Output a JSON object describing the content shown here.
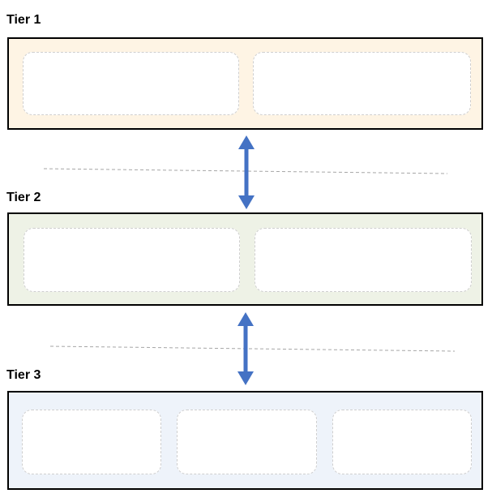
{
  "tiers": [
    {
      "label": "Tier 1",
      "fill": "#fef4e4",
      "slots": 2
    },
    {
      "label": "Tier 2",
      "fill": "#eef2e6",
      "slots": 2
    },
    {
      "label": "Tier 3",
      "fill": "#eef3fa",
      "slots": 3
    }
  ],
  "colors": {
    "arrow": "#4472c4",
    "border": "#000000",
    "separator": "#a6a6a6"
  }
}
